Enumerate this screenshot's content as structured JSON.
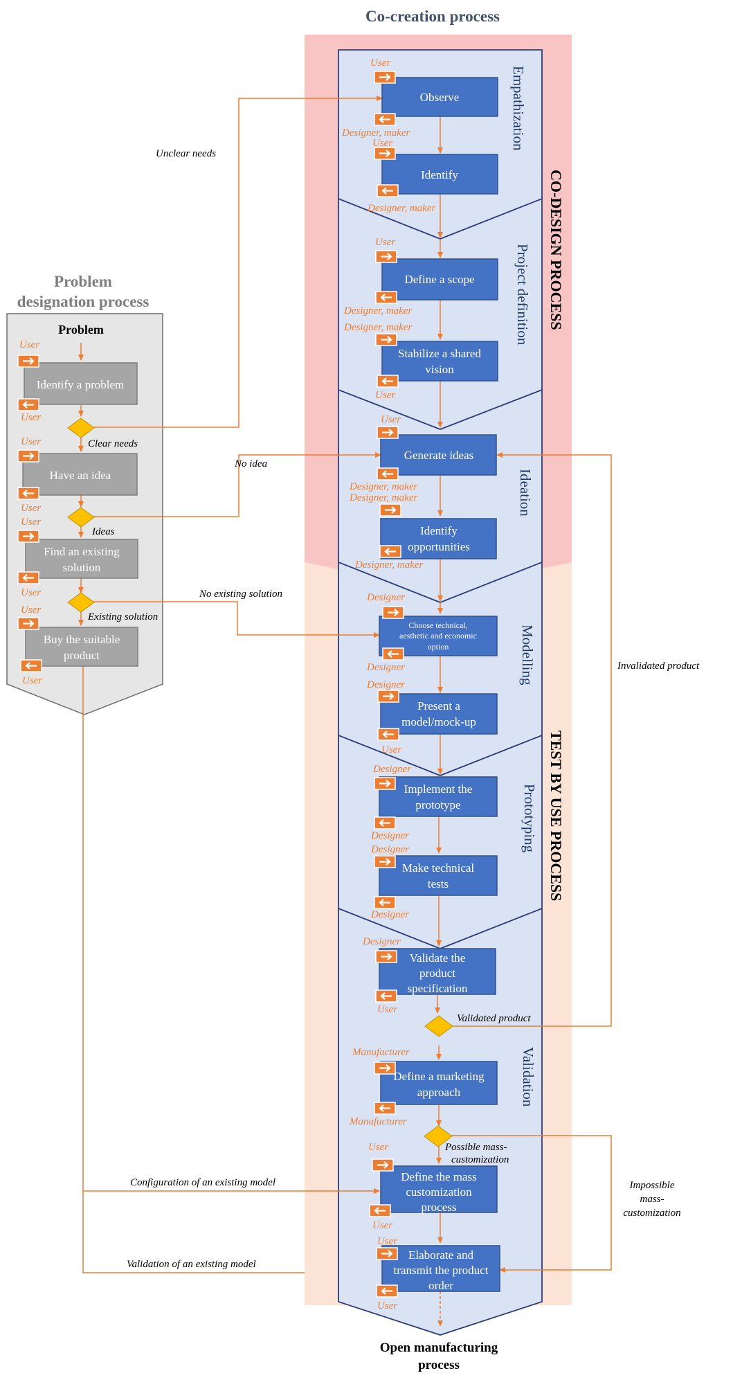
{
  "titles": {
    "co_creation": "Co-creation process",
    "problem_line1": "Problem",
    "problem_line2": "designation process",
    "problem_heading": "Problem",
    "co_design": "CO-DESIGN PROCESS",
    "test_by_use": "TEST BY USE PROCESS",
    "open_mfg_line1": "Open manufacturing",
    "open_mfg_line2": "process"
  },
  "phases": {
    "empathization": "Empathization",
    "project_definition": "Project definition",
    "ideation": "Ideation",
    "modelling": "Modelling",
    "prototyping": "Prototyping",
    "validation": "Validation"
  },
  "problem_steps": {
    "identify_problem": "Identify a problem",
    "have_idea": "Have an idea",
    "find_solution_1": "Find an existing",
    "find_solution_2": "solution",
    "buy_1": "Buy the suitable",
    "buy_2": "product"
  },
  "co_steps": {
    "observe": "Observe",
    "identify": "Identify",
    "define_scope": "Define a scope",
    "stabilize_1": "Stabilize a shared",
    "stabilize_2": "vision",
    "generate_ideas": "Generate ideas",
    "identify_opp_1": "Identify",
    "identify_opp_2": "opportunities",
    "choose_1": "Choose technical,",
    "choose_2": "aesthetic and economic",
    "choose_3": "option",
    "present_1": "Present a",
    "present_2": "model/mock-up",
    "implement_1": "Implement the",
    "implement_2": "prototype",
    "tests_1": "Make technical",
    "tests_2": "tests",
    "validate_1": "Validate the",
    "validate_2": "product",
    "validate_3": "specification",
    "marketing_1": "Define a marketing",
    "marketing_2": "approach",
    "mass_1": "Define the mass",
    "mass_2": "customization",
    "mass_3": "process",
    "order_1": "Elaborate and",
    "order_2": "transmit the product",
    "order_3": "order"
  },
  "roles": {
    "user": "User",
    "designer_maker": "Designer, maker",
    "designer": "Designer",
    "manufacturer": "Manufacturer"
  },
  "conditions": {
    "unclear_needs": "Unclear needs",
    "clear_needs": "Clear needs",
    "no_idea": "No idea",
    "ideas": "Ideas",
    "no_existing_solution": "No existing solution",
    "existing_solution": "Existing solution",
    "invalidated_product": "Invalidated product",
    "validated_product": "Validated product",
    "possible_mass_1": "Possible mass-",
    "possible_mass_2": "customization",
    "impossible_1": "Impossible",
    "impossible_2": "mass-",
    "impossible_3": "customization",
    "config_existing": "Configuration of an existing model",
    "validation_existing": "Validation of an existing model"
  },
  "colors": {
    "arrow": "#ED7D31",
    "blue_box": "#4472C4",
    "blue_box_border": "#2F528F",
    "lane_fill": "#DAE3F3",
    "lane_border": "#2F3D7A",
    "co_design_bg": "#F8C4C4",
    "test_bg": "#FBE3D6",
    "gray_box": "#A6A6A6",
    "gray_panel": "#E6E6E6",
    "diamond": "#FFC000"
  }
}
